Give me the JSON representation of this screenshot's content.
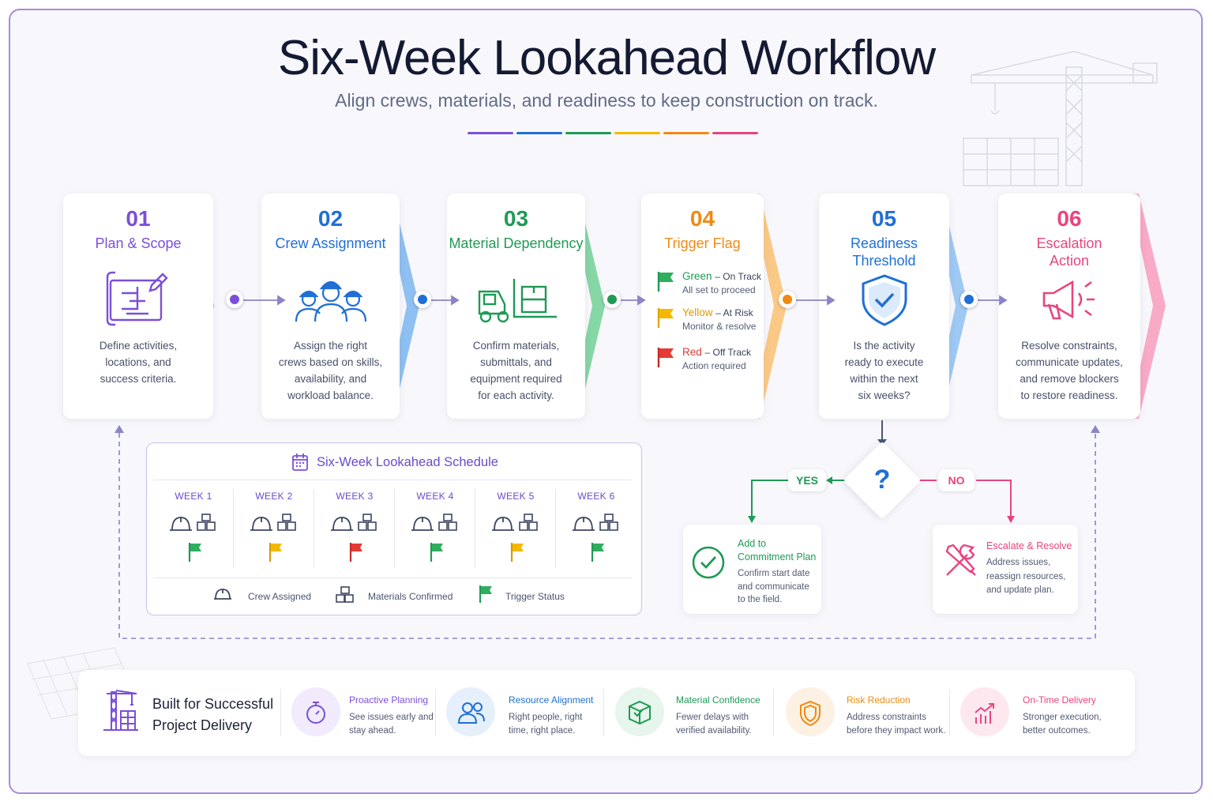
{
  "header": {
    "title": "Six-Week Lookahead Workflow",
    "subtitle": "Align crews, materials, and readiness to keep construction on track."
  },
  "colors": {
    "purple": "#7b4fd9",
    "blue": "#1f6fd6",
    "green": "#1f9a55",
    "orange": "#f08a12",
    "pink": "#e8457f",
    "red": "#e53935",
    "yellow": "#f5b800"
  },
  "steps": [
    {
      "num": "01",
      "title": "Plan & Scope",
      "desc": "Define activities,\nlocations, and\nsuccess criteria.",
      "icon": "blueprint-icon"
    },
    {
      "num": "02",
      "title": "Crew Assignment",
      "desc": "Assign the right\ncrews based on skills,\navailability, and\nworkload balance.",
      "icon": "crew-icon"
    },
    {
      "num": "03",
      "title": "Material Dependency",
      "desc": "Confirm materials,\nsubmittals, and\nequipment required\nfor each activity.",
      "icon": "forklift-icon"
    },
    {
      "num": "04",
      "title": "Trigger Flag",
      "icon": "flag-icon"
    },
    {
      "num": "05",
      "title": "Readiness\nThreshold",
      "desc": "Is the activity\nready to execute\nwithin the next\nsix weeks?",
      "icon": "shield-check-icon"
    },
    {
      "num": "06",
      "title": "Escalation\nAction",
      "desc": "Resolve constraints,\ncommunicate updates,\nand remove blockers\nto restore readiness.",
      "icon": "megaphone-icon"
    }
  ],
  "flags": [
    {
      "label": "Green",
      "status": "– On Track",
      "sub": "All set to proceed"
    },
    {
      "label": "Yellow",
      "status": "– At Risk",
      "sub": "Monitor & resolve"
    },
    {
      "label": "Red",
      "status": "– Off Track",
      "sub": "Action required"
    }
  ],
  "schedule": {
    "title": "Six-Week Lookahead Schedule",
    "weeks": [
      {
        "label": "WEEK 1",
        "flag": "green"
      },
      {
        "label": "WEEK 2",
        "flag": "yellow"
      },
      {
        "label": "WEEK 3",
        "flag": "red"
      },
      {
        "label": "WEEK 4",
        "flag": "green"
      },
      {
        "label": "WEEK 5",
        "flag": "yellow"
      },
      {
        "label": "WEEK 6",
        "flag": "green"
      }
    ],
    "legend": {
      "crew": "Crew Assigned",
      "materials": "Materials Confirmed",
      "trigger": "Trigger Status"
    }
  },
  "decision": {
    "symbol": "?",
    "yes": "YES",
    "no": "NO",
    "yes_box": {
      "title": "Add to\nCommitment Plan",
      "desc": "Confirm start date\nand communicate\nto the field."
    },
    "no_box": {
      "title": "Escalate & Resolve",
      "desc": "Address issues,\nreassign resources,\nand update plan."
    }
  },
  "bottom": {
    "title": "Built for Successful\nProject Delivery",
    "items": [
      {
        "title": "Proactive Planning",
        "desc": "See issues early and\nstay ahead.",
        "icon": "stopwatch-icon"
      },
      {
        "title": "Resource Alignment",
        "desc": "Right people, right\ntime, right place.",
        "icon": "people-icon"
      },
      {
        "title": "Material Confidence",
        "desc": "Fewer delays with\nverified availability.",
        "icon": "box-icon"
      },
      {
        "title": "Risk Reduction",
        "desc": "Address constraints\nbefore they impact work.",
        "icon": "shield-icon"
      },
      {
        "title": "On-Time Delivery",
        "desc": "Stronger execution,\nbetter outcomes.",
        "icon": "chart-up-icon"
      }
    ]
  }
}
